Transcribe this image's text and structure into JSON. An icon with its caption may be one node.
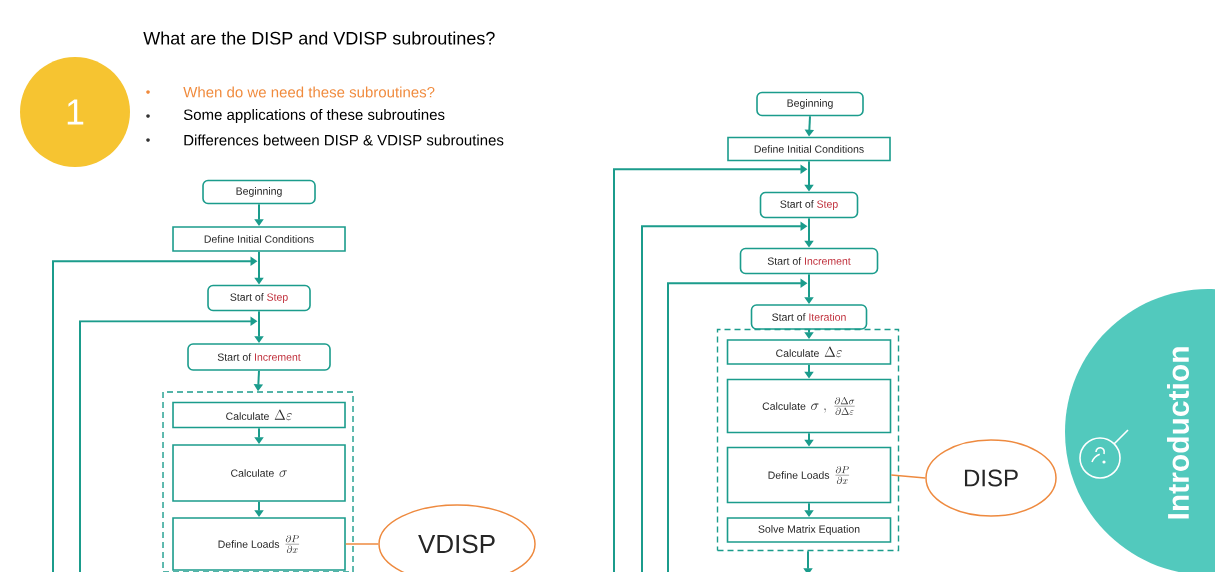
{
  "diagram": {
    "title": "What are the DISP and VDISP subroutines?",
    "nodes": [
      {
        "text": [
          "Beginning"
        ]
      },
      {
        "text": [
          "Define Initial Conditions"
        ]
      },
      {
        "text": [
          "Start of",
          "Step"
        ]
      },
      {
        "text": [
          "Start of",
          "Increment"
        ]
      },
      {
        "text": [],
        "shape": "box"
      },
      {
        "text": [
          "Calculate",
          "\\Delta\\varepsilon"
        ],
        "in": 4
      },
      {
        "text": [
          "Calculate",
          "\\sigma"
        ],
        "in": 4
      },
      {
        "text": [
          "Define Loads",
          "\\frac{\\partial P}{\\partial x}"
        ],
        "in": 4
      },
      {
        "text": [
          "VDISP"
        ]
      },
      {
        "text": [
          "Beginning"
        ]
      },
      {
        "text": [
          "Define Initial Conditions"
        ]
      },
      {
        "text": [
          "Start of",
          "Step"
        ]
      },
      {
        "text": [
          "Start of",
          "Increment"
        ]
      },
      {
        "text": [
          "Start of",
          "Iteration"
        ]
      },
      {
        "text": [],
        "shape": "box"
      },
      {
        "text": [
          "Calculate",
          "\\Delta\\varepsilon"
        ],
        "in": 14
      },
      {
        "text": [
          "Calculate",
          "\\sigma\\ ,\\ \\frac{\\partial\\Delta\\sigma}{\\partial\\Delta\\varepsilon}"
        ],
        "in": 14
      },
      {
        "text": [
          "Define Loads",
          "\\frac{\\partial P}{\\partial x}"
        ],
        "in": 14
      },
      {
        "text": [
          "Solve Matrix Equation"
        ],
        "in": 14
      },
      {
        "text": [
          "DISP"
        ]
      }
    ],
    "edges": [
      {
        "from": 0,
        "to": 1,
        "arrow": "to"
      },
      {
        "from": 1,
        "to": 2,
        "arrow": "to"
      },
      {
        "from": 2,
        "to": 3,
        "arrow": "to"
      },
      {
        "from": 3,
        "to": 4,
        "arrow": "to"
      },
      {
        "from": 5,
        "to": 6,
        "arrow": "to"
      },
      {
        "from": 6,
        "to": 7,
        "arrow": "to"
      },
      {
        "from": 7,
        "to": 8,
        "arrow": "none",
        "color": "#ee8a3f"
      },
      {
        "from": null,
        "to": 2,
        "arrow": "to"
      },
      {
        "from": null,
        "to": 3,
        "arrow": "to"
      },
      {
        "from": 9,
        "to": 10,
        "arrow": "to"
      },
      {
        "from": 10,
        "to": 11,
        "arrow": "to"
      },
      {
        "from": 11,
        "to": 12,
        "arrow": "to"
      },
      {
        "from": 12,
        "to": 13,
        "arrow": "to"
      },
      {
        "from": 13,
        "to": 15,
        "arrow": "to"
      },
      {
        "from": 15,
        "to": 16,
        "arrow": "to"
      },
      {
        "from": 16,
        "to": 17,
        "arrow": "to"
      },
      {
        "from": 17,
        "to": 18,
        "arrow": "to"
      },
      {
        "from": 14,
        "to": null,
        "arrow": "to"
      },
      {
        "from": 17,
        "to": 19,
        "arrow": "none",
        "color": "#ee8a3f"
      },
      {
        "from": null,
        "to": 11,
        "arrow": "to"
      },
      {
        "from": null,
        "to": 12,
        "arrow": "to"
      },
      {
        "from": null,
        "to": 13,
        "arrow": "to"
      }
    ],
    "labels": [
      "1",
      "When do we need these subroutines?",
      "Some applications of these subroutines",
      "Differences between DISP & VDISP subroutines",
      "Introduction"
    ]
  }
}
